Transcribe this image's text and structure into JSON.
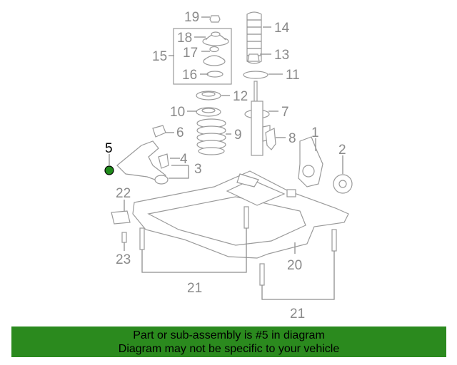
{
  "diagram": {
    "callouts": {
      "n1": "1",
      "n2": "2",
      "n3": "3",
      "n4": "4",
      "n5": "5",
      "n6": "6",
      "n7": "7",
      "n8": "8",
      "n9": "9",
      "n10": "10",
      "n11": "11",
      "n12": "12",
      "n13": "13",
      "n14": "14",
      "n15": "15",
      "n16": "16",
      "n17": "17",
      "n18": "18",
      "n19": "19",
      "n20": "20",
      "n21a": "21",
      "n21b": "21",
      "n22": "22",
      "n23": "23"
    },
    "highlighted_part": "5",
    "highlight_color": "#1f8a1a"
  },
  "footer": {
    "line1": "Part or sub-assembly is #5 in diagram",
    "line2": "Diagram may not be specific to your vehicle",
    "background": "#2b8a1e"
  }
}
